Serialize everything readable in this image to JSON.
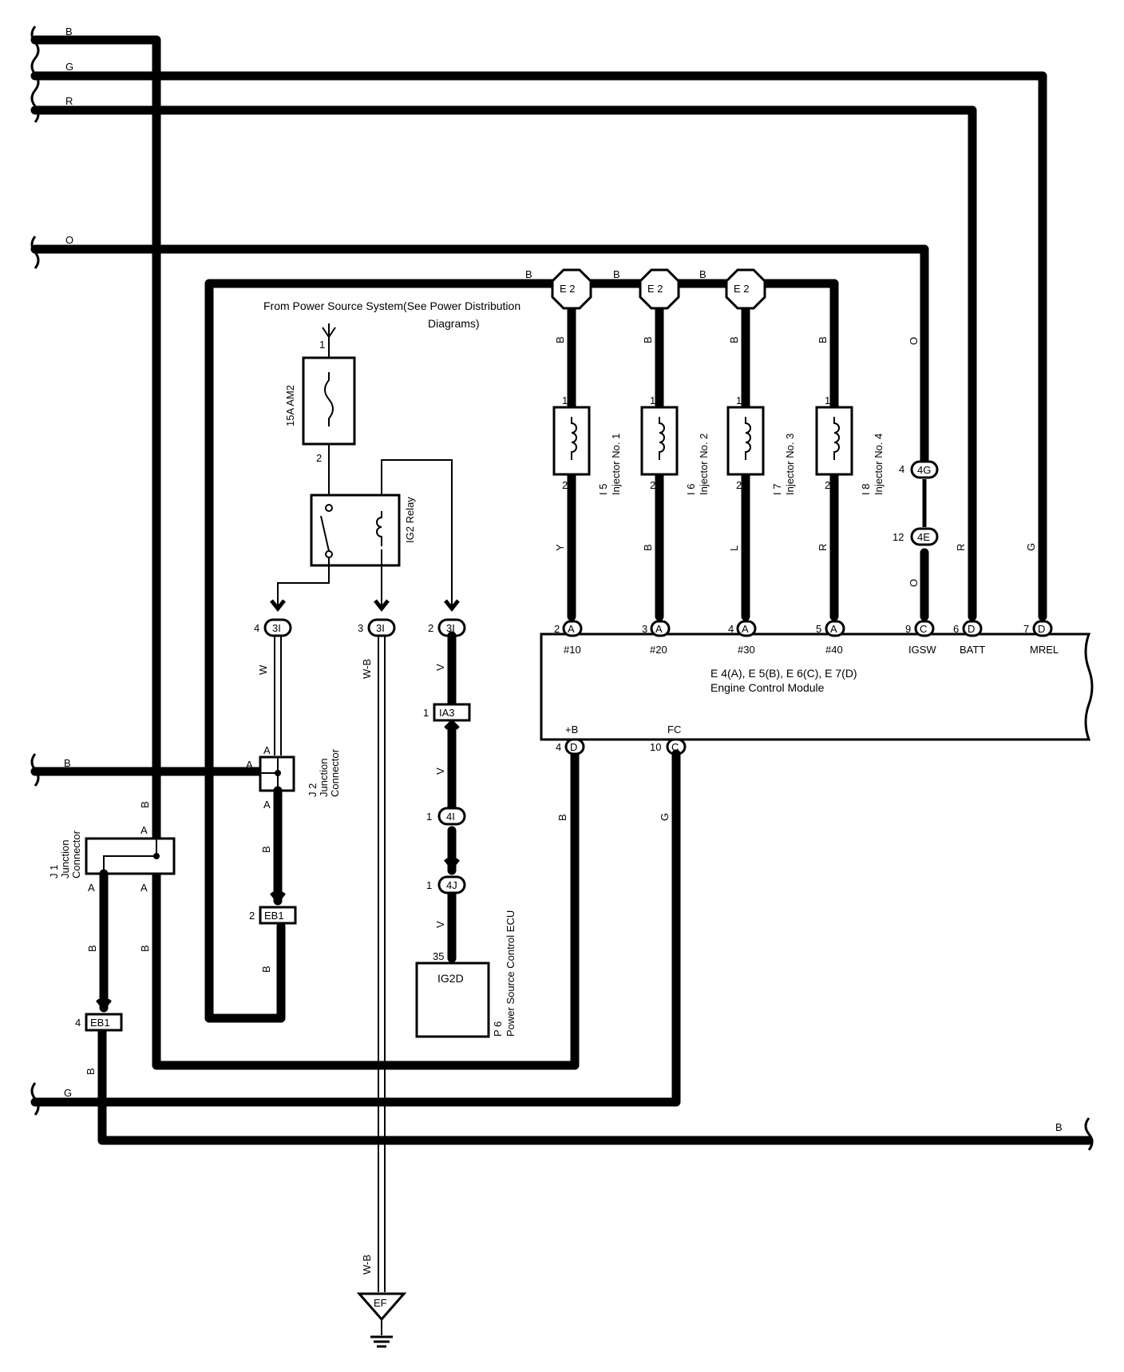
{
  "colors": {
    "line": "#000000",
    "background": "#ffffff"
  },
  "wire_colors": {
    "top_b": "B",
    "top_g": "G",
    "top_r": "R",
    "top_o": "O",
    "left_b_mid": "B",
    "left_g_bottom": "G",
    "right_b_bottom": "B",
    "e2_b1": "B",
    "e2_b2": "B",
    "e2_b3": "B",
    "inj1_top": "B",
    "inj2_top": "B",
    "inj3_top": "B",
    "inj4_top": "B",
    "inj1_bot": "Y",
    "inj2_bot": "B",
    "inj3_bot": "L",
    "inj4_bot": "R",
    "o_upper": "O",
    "o_lower": "O",
    "batt_wire": "R",
    "mrel_wire": "G",
    "w_wire": "W",
    "wb_wire": "W-B",
    "wb_ground": "W-B",
    "v1": "V",
    "v2": "V",
    "v3": "V",
    "j2_below": "B",
    "eb1_right": "B",
    "j1_b_top": "B",
    "j1_left_b": "B",
    "j1_right_b": "B",
    "eb1_bottom_b": "B",
    "plusb_wire": "B",
    "fc_wire": "G"
  },
  "power": {
    "from_text": "From Power Source System(See Power Distribution",
    "from_text2": "Diagrams)"
  },
  "fuse": {
    "label": "15A AM2",
    "pin_top": "1",
    "pin_bottom": "2"
  },
  "relay": {
    "label": "IG2 Relay"
  },
  "e2": {
    "label": "E 2"
  },
  "injectors": [
    {
      "name": "Injector No. 1",
      "code": "I 5",
      "pin_top": "1",
      "pin_bot": "2"
    },
    {
      "name": "Injector No. 2",
      "code": "I 6",
      "pin_top": "1",
      "pin_bot": "2"
    },
    {
      "name": "Injector No. 3",
      "code": "I 7",
      "pin_top": "1",
      "pin_bot": "2"
    },
    {
      "name": "Injector No. 4",
      "code": "I 8",
      "pin_top": "1",
      "pin_bot": "2"
    }
  ],
  "connectors": {
    "c4g": {
      "label": "4G",
      "pin": "4"
    },
    "c4e": {
      "label": "4E",
      "pin": "12"
    },
    "c3i_a": {
      "label": "3I",
      "pin": "4"
    },
    "c3i_b": {
      "label": "3I",
      "pin": "3"
    },
    "c3i_c": {
      "label": "3I",
      "pin": "2"
    },
    "ia3": {
      "label": "IA3",
      "pin": "1"
    },
    "c4i": {
      "label": "4I",
      "pin": "1"
    },
    "c4j": {
      "label": "4J",
      "pin": "1"
    },
    "eb1_mid": {
      "label": "EB1",
      "pin": "2"
    },
    "eb1_left": {
      "label": "EB1",
      "pin": "4"
    },
    "ef": {
      "label": "EF"
    }
  },
  "ecm": {
    "title": "E 4(A), E 5(B), E 6(C), E 7(D)",
    "subtitle": "Engine Control Module",
    "pins_top": [
      {
        "num": "2",
        "conn": "A",
        "name": "#10"
      },
      {
        "num": "3",
        "conn": "A",
        "name": "#20"
      },
      {
        "num": "4",
        "conn": "A",
        "name": "#30"
      },
      {
        "num": "5",
        "conn": "A",
        "name": "#40"
      },
      {
        "num": "9",
        "conn": "C",
        "name": "IGSW"
      },
      {
        "num": "6",
        "conn": "D",
        "name": "BATT"
      },
      {
        "num": "7",
        "conn": "D",
        "name": "MREL"
      }
    ],
    "pins_bottom": [
      {
        "num": "4",
        "conn": "D",
        "name": "+B"
      },
      {
        "num": "10",
        "conn": "C",
        "name": "FC"
      }
    ]
  },
  "j2": {
    "code": "J 2",
    "name": "Junction",
    "name2": "Connector",
    "pin_top": "A",
    "pin_left": "A",
    "pin_bottom": "A"
  },
  "j1": {
    "code": "J 1",
    "name": "Junction",
    "name2": "Connector",
    "pin_top": "A",
    "pin_bl": "A",
    "pin_br": "A"
  },
  "ecu": {
    "label": "IG2D",
    "pin": "35",
    "code": "P 6",
    "name": "Power Source Control ECU"
  }
}
